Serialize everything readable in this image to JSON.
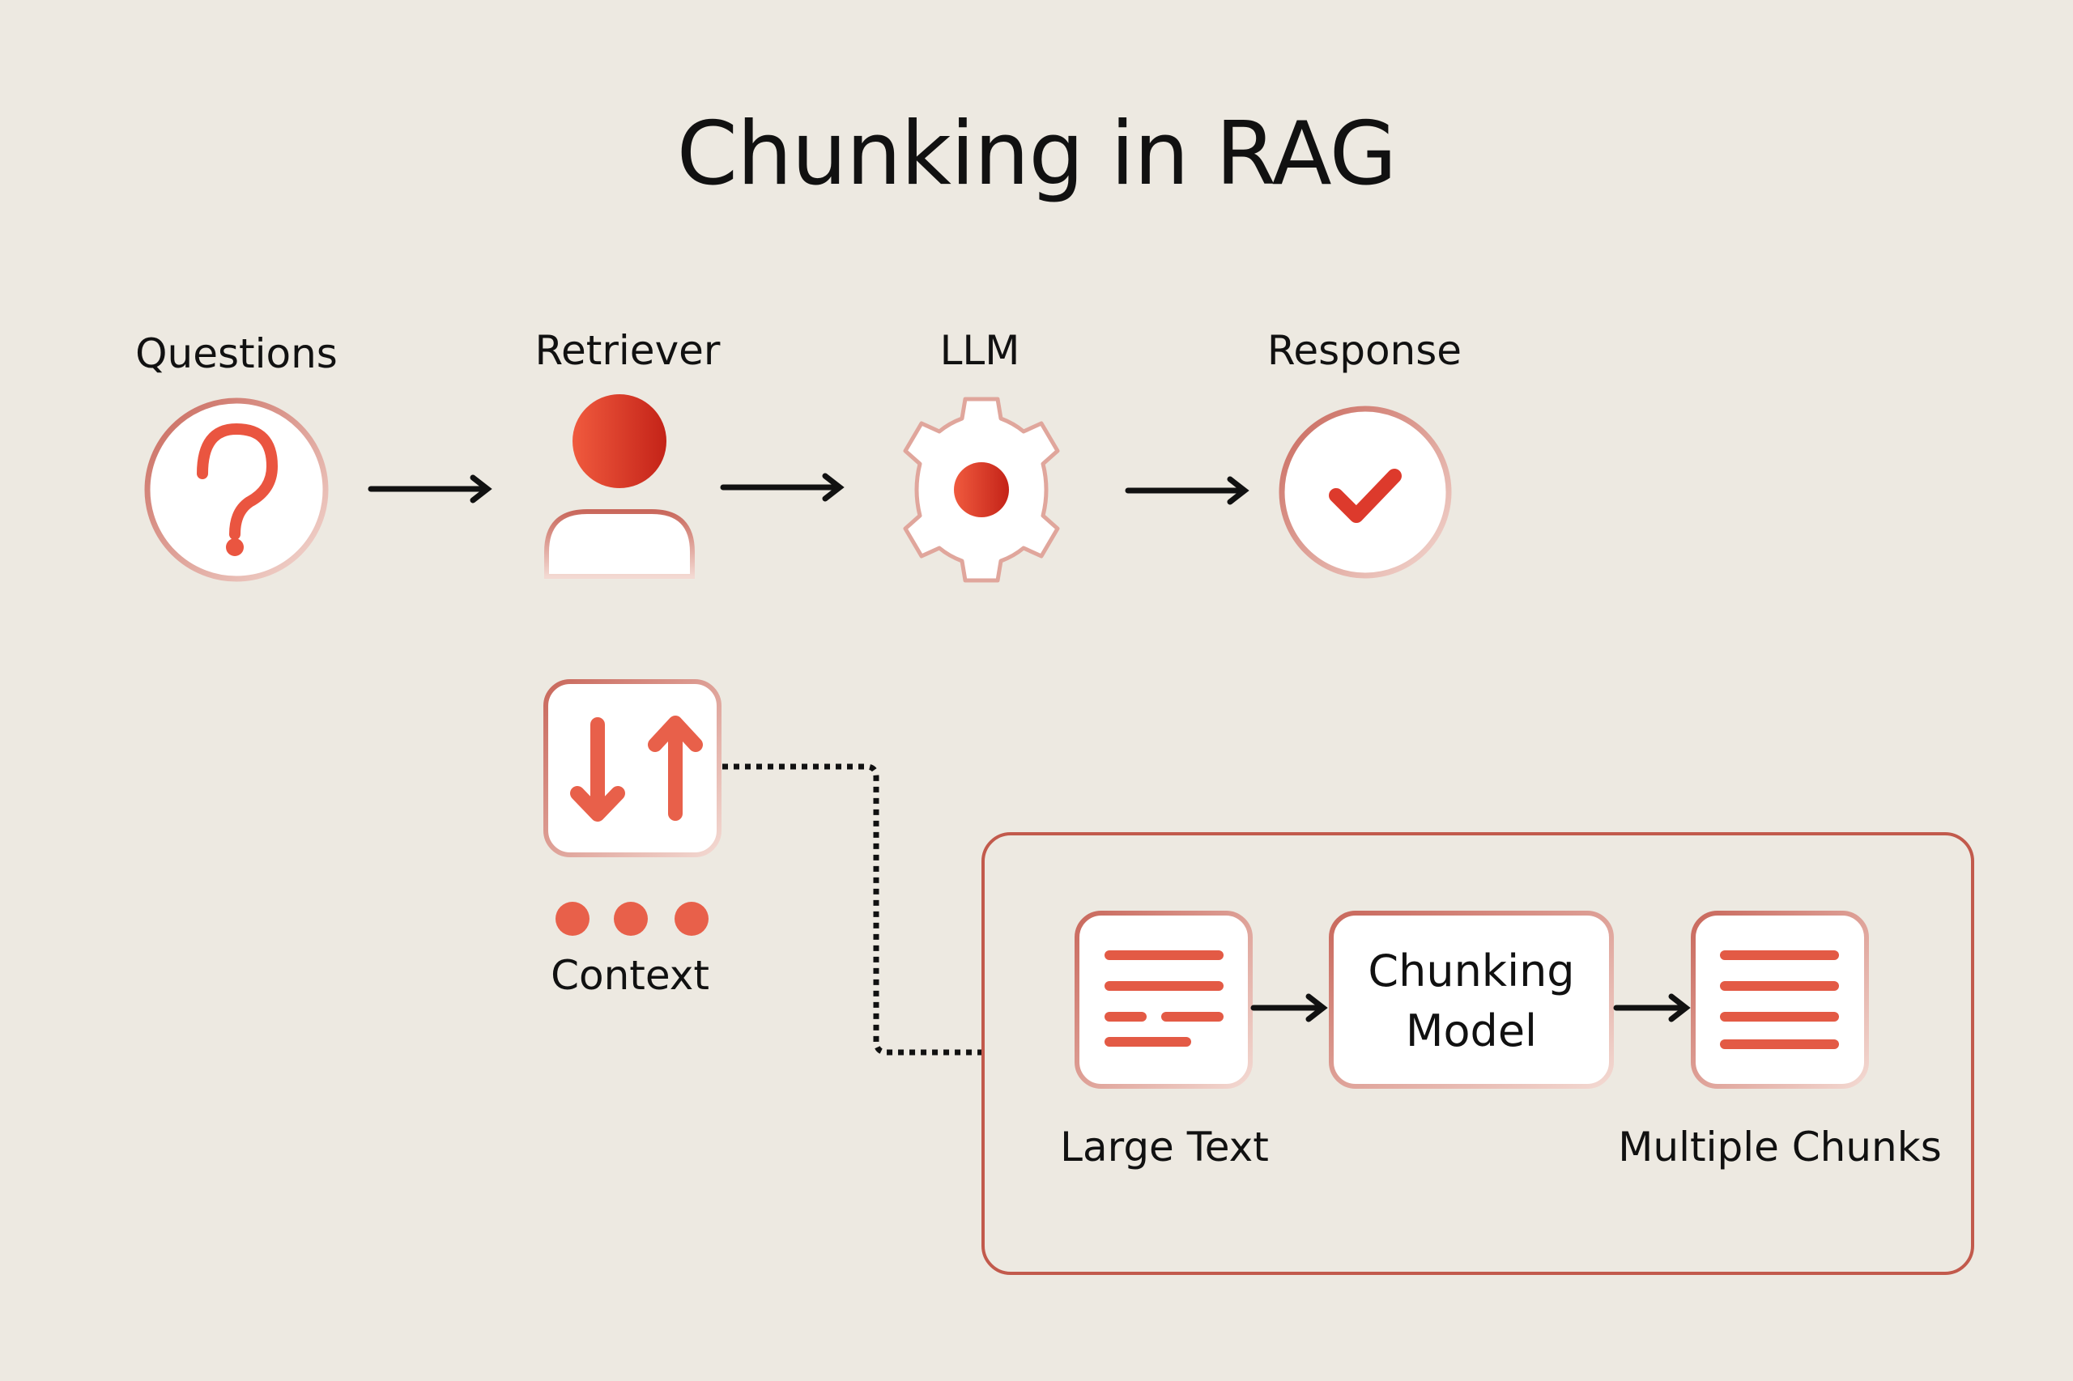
{
  "title": "Chunking in RAG",
  "pipeline": {
    "questions": "Questions",
    "retriever": "Retriever",
    "llm": "LLM",
    "response": "Response"
  },
  "context": {
    "label": "Context"
  },
  "chunking_box": {
    "large_text": "Large Text",
    "model_line1": "Chunking",
    "model_line2": "Model",
    "multiple_chunks": "Multiple Chunks"
  },
  "colors": {
    "accent": "#e8553f",
    "accent_dark": "#c4281c",
    "border": "#c6786c",
    "background": "#ede9e1"
  }
}
